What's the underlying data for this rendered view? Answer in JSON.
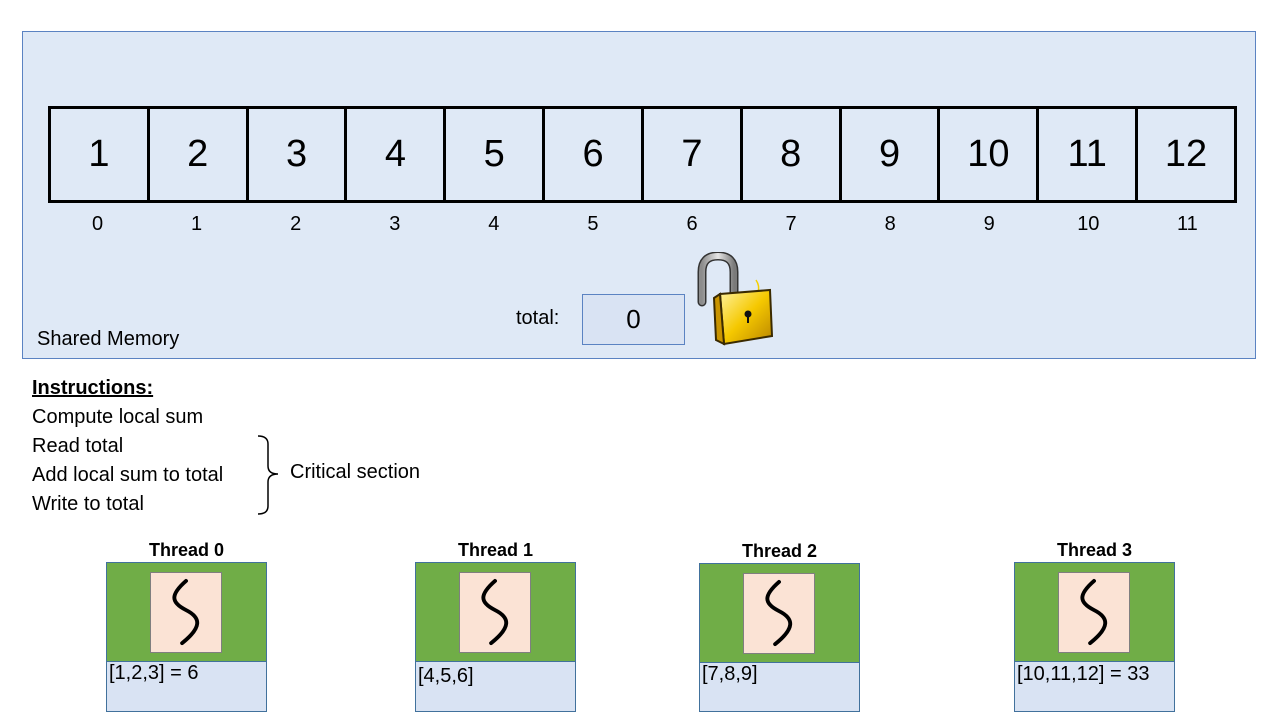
{
  "shared_memory": {
    "label": "Shared Memory",
    "array_values": [
      "1",
      "2",
      "3",
      "4",
      "5",
      "6",
      "7",
      "8",
      "9",
      "10",
      "11",
      "12"
    ],
    "indices": [
      "0",
      "1",
      "2",
      "3",
      "4",
      "5",
      "6",
      "7",
      "8",
      "9",
      "10",
      "11"
    ],
    "total_label": "total:",
    "total_value": "0",
    "lock_icon": "open-padlock-icon"
  },
  "instructions": {
    "title": "Instructions:",
    "steps": [
      "Compute local sum",
      "Read total",
      "Add local sum to total",
      "Write to total"
    ],
    "critical_label": "Critical section"
  },
  "threads": [
    {
      "title": "Thread 0",
      "data": "[1,2,3] = 6"
    },
    {
      "title": "Thread 1",
      "data": "[4,5,6]"
    },
    {
      "title": "Thread 2",
      "data": "[7,8,9]"
    },
    {
      "title": "Thread 3",
      "data": "[10,11,12] = 33"
    }
  ],
  "colors": {
    "shared_bg": "#dfe9f6",
    "thread_green": "#70ad47",
    "thread_icon_bg": "#fbe3d5",
    "thread_data_bg": "#d9e3f3"
  }
}
